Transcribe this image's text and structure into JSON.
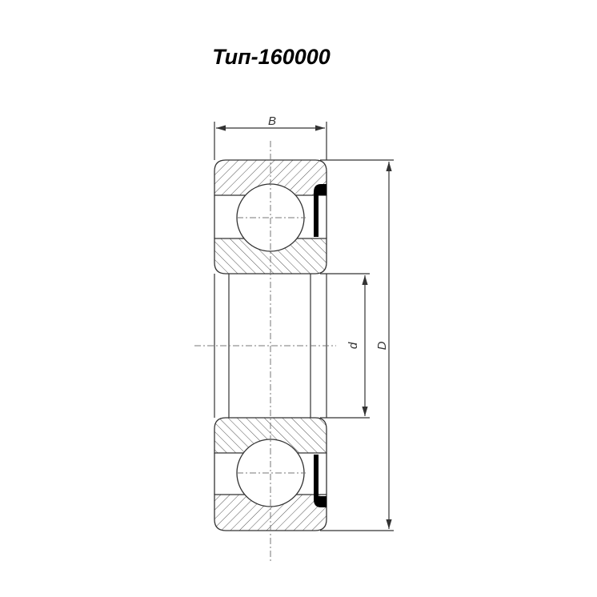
{
  "title": "Тип-160000",
  "dimensions": {
    "width_label": "B",
    "outer_diameter_label": "D",
    "bore_diameter_label": "d"
  },
  "colors": {
    "line": "#333333",
    "seal": "#000000"
  }
}
